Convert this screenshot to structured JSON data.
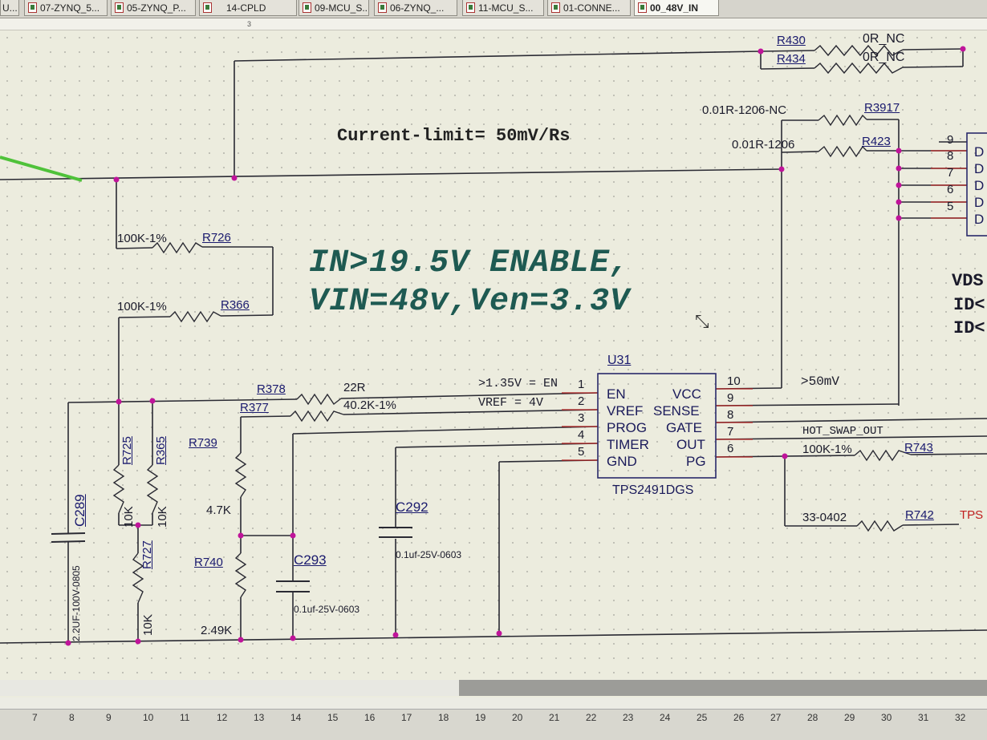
{
  "tabs": [
    {
      "label": "U..."
    },
    {
      "label": "07-ZYNQ_5..."
    },
    {
      "label": "05-ZYNQ_P..."
    },
    {
      "label": "14-CPLD"
    },
    {
      "label": "09-MCU_S..."
    },
    {
      "label": "06-ZYNQ_..."
    },
    {
      "label": "11-MCU_S..."
    },
    {
      "label": "01-CONNE..."
    },
    {
      "label": "00_48V_IN"
    }
  ],
  "top_ruler_mark": "3",
  "notes": {
    "current_limit": "Current-limit= 50mV/Rs",
    "enable_line1": "IN>19.5V  ENABLE,",
    "enable_line2": "VIN=48v,Ven=3.3V",
    "en_threshold": ">1.35V = EN",
    "vref_note": "VREF = 4V",
    "sense_note": ">50mV",
    "hot_swap_net": "HOT_SWAP_OUT",
    "vds_partial": [
      "VDS",
      "ID<",
      "ID<"
    ]
  },
  "resistors": {
    "r430": {
      "ref": "R430",
      "value": "0R_NC"
    },
    "r434": {
      "ref": "R434",
      "value": "0R_NC"
    },
    "r3917": {
      "ref": "R3917",
      "value": "0.01R-1206-NC"
    },
    "r423": {
      "ref": "R423",
      "value": "0.01R-1206"
    },
    "r726": {
      "ref": "R726",
      "value": "100K-1%"
    },
    "r366": {
      "ref": "R366",
      "value": "100K-1%"
    },
    "r378": {
      "ref": "R378",
      "value": "22R"
    },
    "r377": {
      "ref": "R377",
      "value": "40.2K-1%"
    },
    "r739": {
      "ref": "R739",
      "value": "4.7K"
    },
    "r740": {
      "ref": "R740",
      "value": "2.49K"
    },
    "r725": {
      "ref": "R725",
      "value": "10K"
    },
    "r365": {
      "ref": "R365",
      "value": "10K"
    },
    "r727": {
      "ref": "R727",
      "value": "10K"
    },
    "r743": {
      "ref": "R743",
      "value": "100K-1%"
    },
    "r742": {
      "ref": "R742",
      "value": "33-0402",
      "net": "TPS"
    }
  },
  "capacitors": {
    "c289": {
      "ref": "C289",
      "value": "2.2UF-100V-0805"
    },
    "c293": {
      "ref": "C293",
      "value": "0.1uf-25V-0603"
    },
    "c292": {
      "ref": "C292",
      "value": "0.1uf-25V-0603"
    }
  },
  "ic": {
    "ref": "U31",
    "part": "TPS2491DGS",
    "left_pins": [
      {
        "num": "1",
        "name": "EN"
      },
      {
        "num": "2",
        "name": "VREF"
      },
      {
        "num": "3",
        "name": "PROG"
      },
      {
        "num": "4",
        "name": "TIMER"
      },
      {
        "num": "5",
        "name": "GND"
      }
    ],
    "right_pins": [
      {
        "num": "10",
        "name": "VCC"
      },
      {
        "num": "9",
        "name": "SENSE"
      },
      {
        "num": "8",
        "name": "GATE"
      },
      {
        "num": "7",
        "name": "OUT"
      },
      {
        "num": "6",
        "name": "PG"
      }
    ]
  },
  "mosfet_pins": [
    {
      "num": "9",
      "label": ""
    },
    {
      "num": "8",
      "label": "D"
    },
    {
      "num": "7",
      "label": "D"
    },
    {
      "num": "6",
      "label": "D"
    },
    {
      "num": "5",
      "label": "D"
    },
    {
      "num": "",
      "label": "D"
    }
  ],
  "bottom_ruler": [
    "7",
    "8",
    "9",
    "10",
    "11",
    "12",
    "13",
    "14",
    "15",
    "16",
    "17",
    "18",
    "19",
    "20",
    "21",
    "22",
    "23",
    "24",
    "25",
    "26",
    "27",
    "28",
    "29",
    "30",
    "31",
    "32"
  ],
  "colors": {
    "wire": "#2a2a33",
    "junction": "#c0149a",
    "pin_line": "#b02020",
    "ref_text": "#1a1a6e",
    "note_text": "#1e5a52",
    "selected_wire": "#4fc23a"
  }
}
